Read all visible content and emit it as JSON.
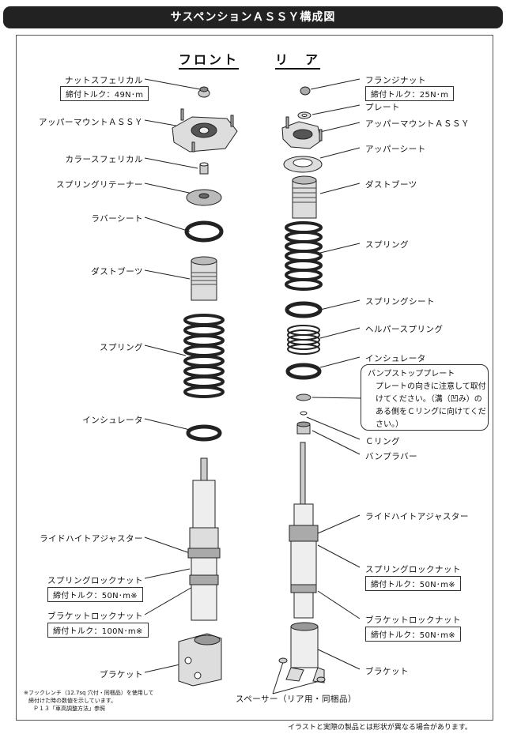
{
  "page": {
    "title": "サスペンションＡＳＳＹ構成図",
    "front_heading": "フロント",
    "rear_heading": "リ　ア",
    "disclaimer": "イラストと実際の製品とは形状が異なる場合があります。"
  },
  "front": {
    "nut_spherical": "ナットスフェリカル",
    "nut_torque": "締付トルク：49N･m",
    "upper_mount": "アッパーマウントＡＳＳＹ",
    "collar": "カラースフェリカル",
    "retainer": "スプリングリテーナー",
    "rubber_seat": "ラバーシート",
    "dust_boot": "ダストブーツ",
    "spring": "スプリング",
    "insulator": "インシュレータ",
    "ride_height": "ライドハイトアジャスター",
    "spring_lock": "スプリングロックナット",
    "spring_lock_torque": "締付トルク：50N･m※",
    "bracket_lock": "ブラケットロックナット",
    "bracket_lock_torque": "締付トルク：100N･m※",
    "bracket": "ブラケット"
  },
  "rear": {
    "flange_nut": "フランジナット",
    "flange_torque": "締付トルク：25N･m",
    "plate": "プレート",
    "upper_mount": "アッパーマウントＡＳＳＹ",
    "upper_seat": "アッパーシート",
    "dust_boot": "ダストブーツ",
    "spring": "スプリング",
    "spring_seat": "スプリングシート",
    "helper_spring": "ヘルパースプリング",
    "insulator": "インシュレータ",
    "bump_stop_title": "バンプストッププレート",
    "bump_stop_note": "プレートの向きに注意して取付けてください。（溝（凹み）のある側をＣリングに向けてください。）",
    "c_ring": "Ｃリング",
    "bump_rubber": "バンプラバー",
    "ride_height": "ライドハイトアジャスター",
    "spring_lock": "スプリングロックナット",
    "spring_lock_torque": "締付トルク：50N･m※",
    "bracket_lock": "ブラケットロックナット",
    "bracket_lock_torque": "締付トルク：50N･m※",
    "bracket": "ブラケット",
    "spacer": "スペーサー（リア用・同梱品）"
  },
  "footnote": {
    "line1": "※フックレンチ（12.7sq 穴付・同梱品）を使用して",
    "line2": "締付けた時の数値を示しています。",
    "line3": "Ｐ１３「車高調整方法」参照"
  }
}
